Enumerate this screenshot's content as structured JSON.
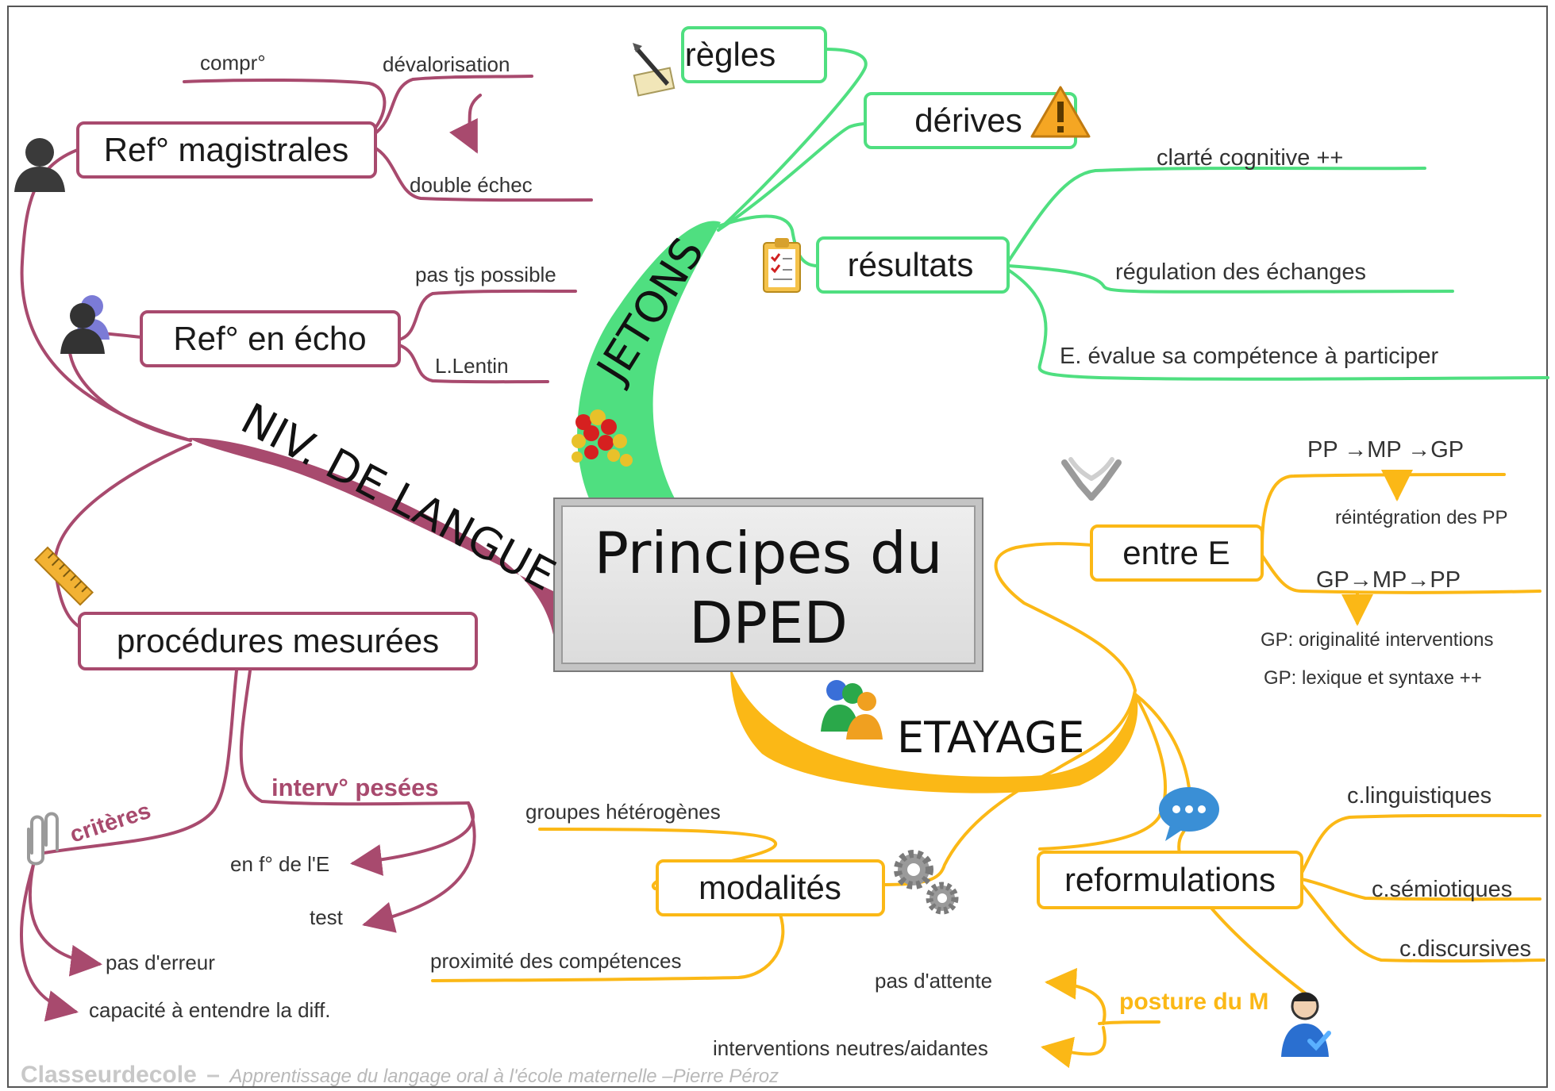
{
  "center": {
    "line1": "Principes du",
    "line2": "DPED"
  },
  "branches": {
    "niv_langue": {
      "title": "NIV. DE LANGUE",
      "color": "#a84a6e",
      "ref_magistrales": "Ref° magistrales",
      "ref_magistrales_children": [
        "compr°",
        "dévalorisation",
        "double échec"
      ],
      "ref_echo": "Ref° en écho",
      "ref_echo_children": [
        "pas tjs possible",
        "L.Lentin"
      ],
      "procedures": "procédures mesurées",
      "criteres": "critères",
      "criteres_children": [
        "pas d'erreur",
        "capacité à entendre la diff."
      ],
      "interv": "interv° pesées",
      "interv_children": [
        "en f° de l'E",
        "test"
      ]
    },
    "jetons": {
      "title": "JETONS",
      "color": "#4fdf80",
      "regles": "règles",
      "derives": "dérives",
      "resultats": "résultats",
      "resultats_children": [
        "clarté cognitive ++",
        "régulation des échanges",
        "E. évalue sa compétence à participer"
      ]
    },
    "etayage": {
      "title": "ETAYAGE",
      "color": "#fbb816",
      "entre_e": "entre E",
      "entre_e_children": [
        "PP →MP →GP",
        "réintégration des PP",
        "GP→MP→PP",
        "GP: originalité interventions",
        "GP: lexique et syntaxe ++"
      ],
      "reformulations": "reformulations",
      "reformulations_children": [
        "c.linguistiques",
        "c.sémiotiques",
        "c.discursives"
      ],
      "modalites": "modalités",
      "modalites_children": [
        "groupes hétérogènes",
        "proximité des compétences"
      ],
      "posture": "posture du M",
      "posture_children": [
        "pas d'attente",
        "interventions neutres/aidantes"
      ]
    }
  },
  "icons": [
    "person-icon",
    "person-echo-icon",
    "ruler-icon",
    "paperclip-icon",
    "quill-icon",
    "warning-icon",
    "clipboard-icon",
    "tokens-icon",
    "people-icon",
    "handshake-icon",
    "chat-bubble-icon",
    "gears-icon",
    "teacher-icon"
  ],
  "footer": {
    "brand": "Classeurdecole",
    "sep": "–",
    "text": "Apprentissage du langage oral à l'école maternelle –Pierre Péroz"
  }
}
